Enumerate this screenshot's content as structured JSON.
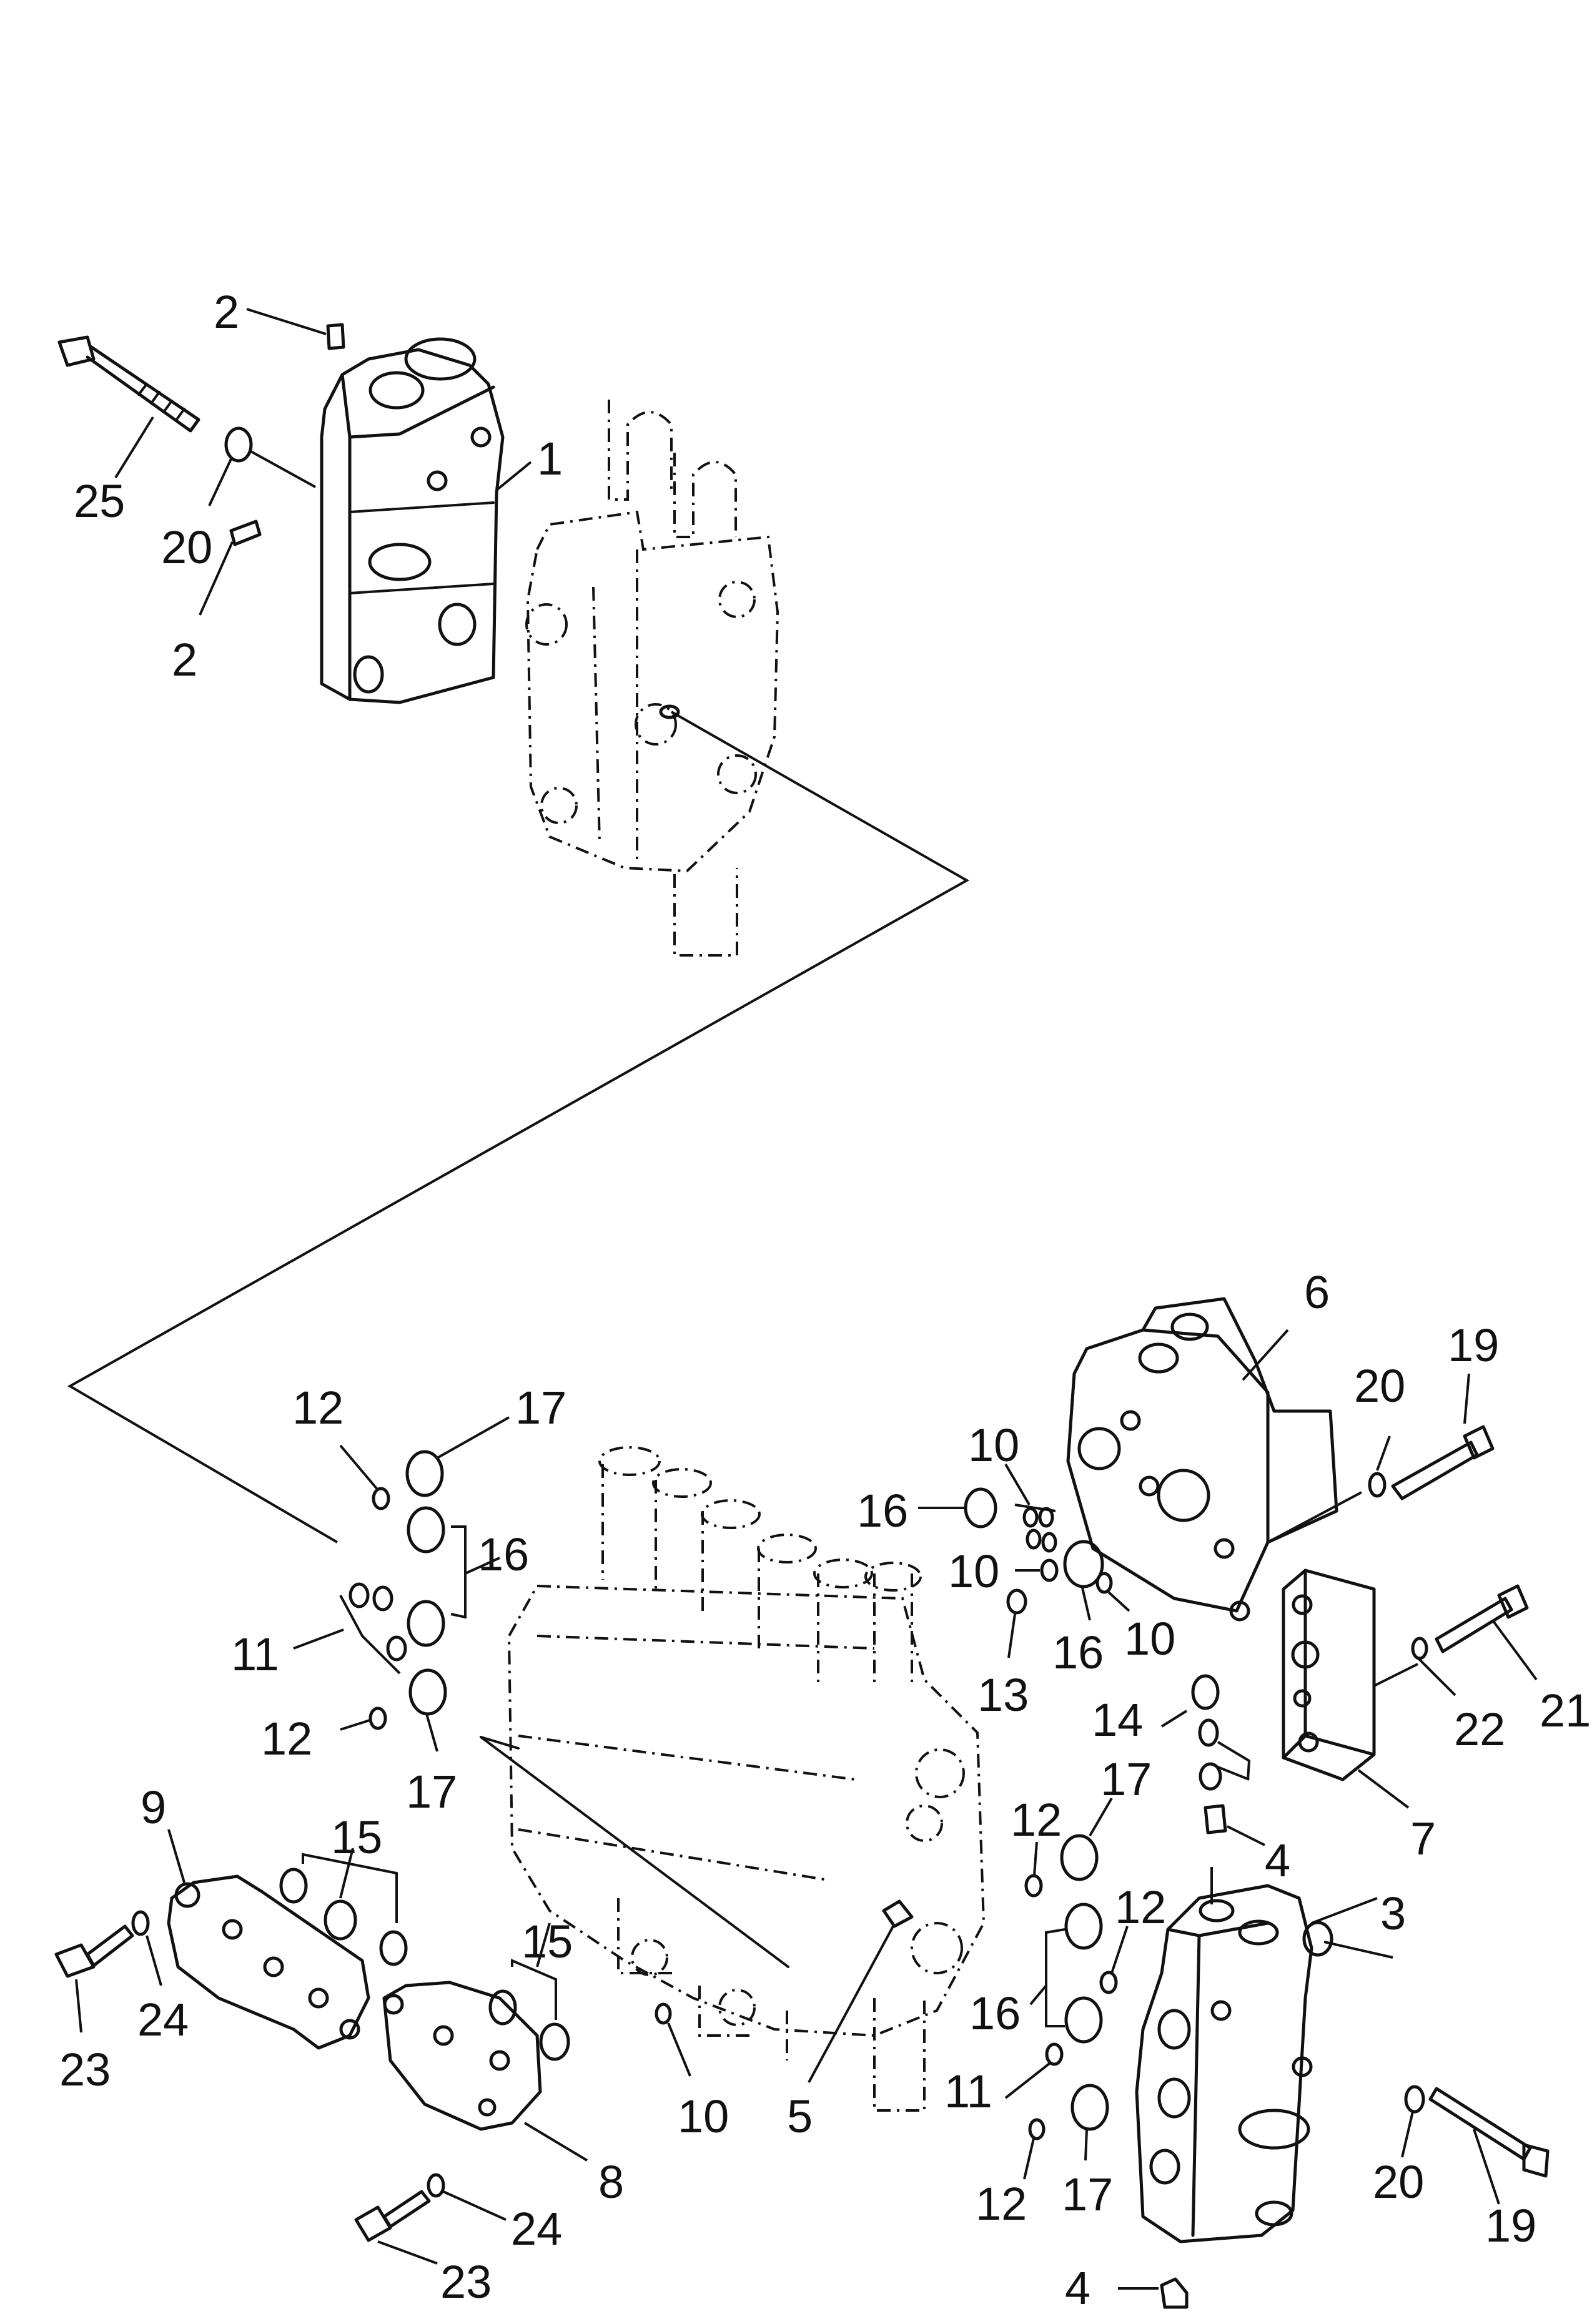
{
  "labels": {
    "p1": "1",
    "p2a": "2",
    "p2b": "2",
    "p3": "3",
    "p4a": "4",
    "p4b": "4",
    "p5": "5",
    "p6": "6",
    "p7": "7",
    "p8": "8",
    "p9": "9",
    "p10a": "10",
    "p10b": "10",
    "p10c": "10",
    "p10d": "10",
    "p11a": "11",
    "p11b": "11",
    "p12a": "12",
    "p12b": "12",
    "p12c": "12",
    "p12d": "12",
    "p12e": "12",
    "p13": "13",
    "p14": "14",
    "p15a": "15",
    "p15b": "15",
    "p16a": "16",
    "p16b": "16",
    "p16c": "16",
    "p16d": "16",
    "p17a": "17",
    "p17b": "17",
    "p17c": "17",
    "p17d": "17",
    "p19a": "19",
    "p19b": "19",
    "p20a": "20",
    "p20b": "20",
    "p20c": "20",
    "p21": "21",
    "p22": "22",
    "p23a": "23",
    "p23b": "23",
    "p24a": "24",
    "p24b": "24",
    "p25": "25"
  },
  "colors": {
    "ink": "#111111",
    "paper": "#ffffff"
  }
}
